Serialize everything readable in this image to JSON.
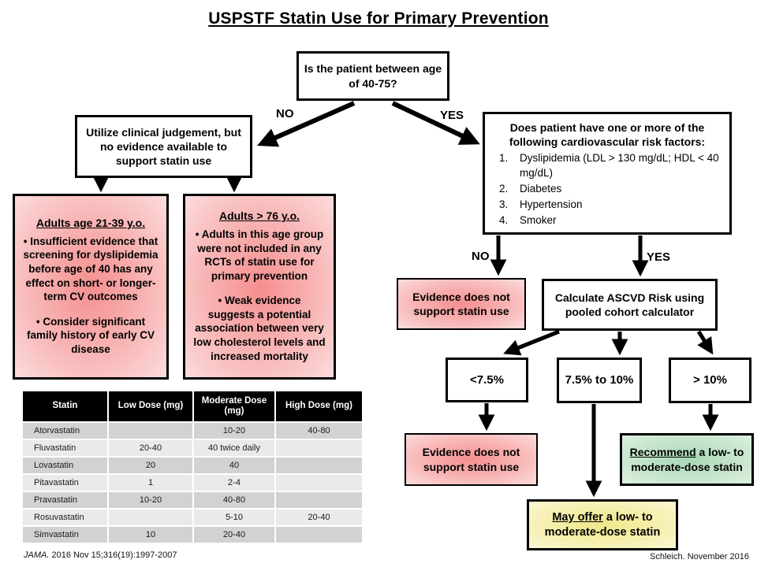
{
  "title": "USPSTF Statin Use for Primary Prevention",
  "flow": {
    "q_age": "Is the patient between age of 40-75?",
    "branch_no": "NO",
    "branch_yes": "YES",
    "clinical_judgement": "Utilize clinical judgement, but no evidence available to support statin use",
    "adults_21_39": {
      "heading": "Adults age 21-39 y.o.",
      "bullets": [
        "• Insufficient evidence that screening for dyslipidemia before age of 40 has any effect on short- or longer-term CV outcomes",
        "• Consider significant family history of early CV disease"
      ]
    },
    "adults_76": {
      "heading": "Adults > 76 y.o.",
      "bullets": [
        "• Adults in this age group were not included in any RCTs of statin use for primary prevention",
        "• Weak evidence suggests a potential association between very low cholesterol levels and increased mortality"
      ]
    },
    "risk_factors": {
      "heading": "Does patient have one or more of the following cardiovascular risk factors:",
      "items": [
        {
          "num": "1.",
          "text": "Dyslipidemia (LDL > 130 mg/dL; HDL < 40 mg/dL)"
        },
        {
          "num": "2.",
          "text": "Diabetes"
        },
        {
          "num": "3.",
          "text": "Hypertension"
        },
        {
          "num": "4.",
          "text": "Smoker"
        }
      ]
    },
    "risk_no": "NO",
    "risk_yes": "YES",
    "no_evidence_upper": "Evidence does not support statin use",
    "calculate": "Calculate ASCVD Risk using pooled cohort calculator",
    "risk_lt": "<7.5%",
    "risk_mid": "7.5% to 10%",
    "risk_gt": "> 10%",
    "no_evidence_lower": "Evidence does not support statin use",
    "recommend": {
      "underlined": "Recommend",
      "rest": " a low- to moderate-dose statin"
    },
    "may_offer": {
      "underlined": "May offer",
      "rest": " a low- to moderate-dose statin"
    }
  },
  "dose_table": {
    "headers": [
      "Statin",
      "Low Dose (mg)",
      "Moderate Dose (mg)",
      "High Dose (mg)"
    ],
    "rows": [
      {
        "statin": "Atorvastatin",
        "low": "",
        "moderate": "10-20",
        "high": "40-80"
      },
      {
        "statin": "Fluvastatin",
        "low": "20-40",
        "moderate": "40 twice daily",
        "high": ""
      },
      {
        "statin": "Lovastatin",
        "low": "20",
        "moderate": "40",
        "high": ""
      },
      {
        "statin": "Pitavastatin",
        "low": "1",
        "moderate": "2-4",
        "high": ""
      },
      {
        "statin": "Pravastatin",
        "low": "10-20",
        "moderate": "40-80",
        "high": ""
      },
      {
        "statin": "Rosuvastatin",
        "low": "",
        "moderate": "5-10",
        "high": "20-40"
      },
      {
        "statin": "Simvastatin",
        "low": "10",
        "moderate": "20-40",
        "high": ""
      }
    ]
  },
  "footer": {
    "journal": "JAMA.",
    "citation": " 2016 Nov 15;316(19):1997-2007",
    "credit": "Schleich. November 2016"
  },
  "colors": {
    "caution_pink": "#F79090",
    "recommend_green": "#AEDCBA",
    "may_offer_yellow": "#F2EB8F",
    "table_header_bg": "#000000",
    "row_dark": "#D2D2D2",
    "row_light": "#EAEAEA"
  }
}
